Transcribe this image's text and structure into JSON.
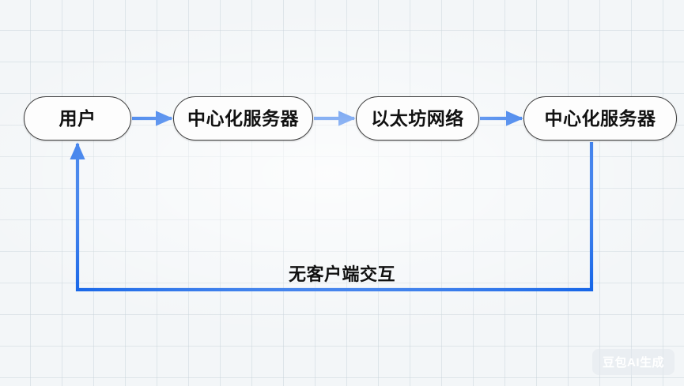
{
  "diagram": {
    "title_text_present": false,
    "colors": {
      "edge_blue": "#1565E8",
      "node_border": "#3b3b3b",
      "node_fill": "#fdfdfd",
      "text": "#111111",
      "background": "#f3f6f8",
      "grid_line": "#c6d0d8"
    },
    "nodes": [
      {
        "id": "node-0",
        "label": "用户"
      },
      {
        "id": "node-1",
        "label": "中心化服务器"
      },
      {
        "id": "node-2",
        "label": "以太坊网络"
      },
      {
        "id": "node-3",
        "label": "中心化服务器"
      }
    ],
    "edges": [
      {
        "from": "node-0",
        "to": "node-1",
        "label": ""
      },
      {
        "from": "node-1",
        "to": "node-2",
        "label": ""
      },
      {
        "from": "node-2",
        "to": "node-3",
        "label": ""
      },
      {
        "from": "node-3",
        "to": "node-0",
        "label": "无客户端交互"
      }
    ],
    "return_edge_label": "无客户端交互"
  },
  "watermark": {
    "text": "豆包AI生成"
  }
}
